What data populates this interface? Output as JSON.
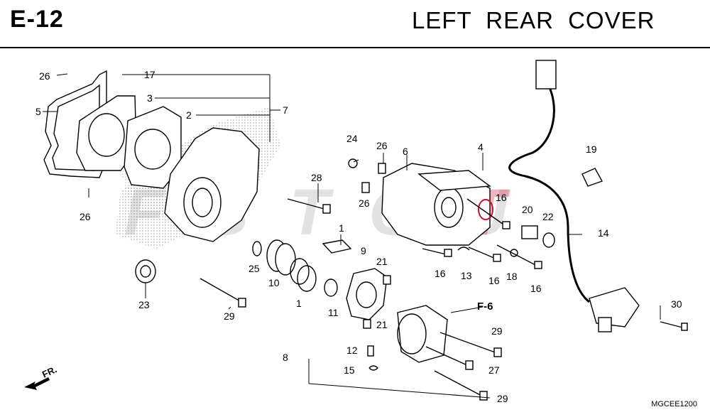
{
  "header": {
    "page_code": "E-12",
    "title": "LEFT REAR COVER"
  },
  "diagram": {
    "code": "MGCEE1200",
    "reference": "F-6",
    "direction_marker": "FR.",
    "watermark": "FSTOUTT",
    "watermark_color": "#c8102e",
    "line_color": "#000000",
    "part_labels": [
      "26",
      "17",
      "3",
      "2",
      "7",
      "5",
      "26",
      "28",
      "23",
      "1",
      "25",
      "10",
      "1",
      "11",
      "29",
      "9",
      "21",
      "21",
      "24",
      "26",
      "6",
      "26",
      "4",
      "16",
      "20",
      "22",
      "19",
      "14",
      "16",
      "13",
      "16",
      "18",
      "16",
      "30",
      "29",
      "12",
      "27",
      "15",
      "29",
      "8"
    ]
  }
}
